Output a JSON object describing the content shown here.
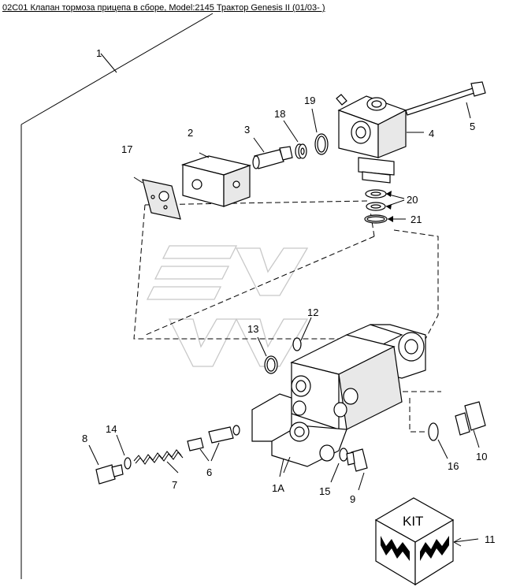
{
  "title": "02C01 Клапан тормоза прицепа в сборе, Model:2145 Трактор Genesis II (01/03- )",
  "kit_label": "KIT",
  "callouts": {
    "c1": "1",
    "c1a": "1A",
    "c2": "2",
    "c3": "3",
    "c4": "4",
    "c5": "5",
    "c6": "6",
    "c7": "7",
    "c8": "8",
    "c9": "9",
    "c10": "10",
    "c11": "11",
    "c12": "12",
    "c13": "13",
    "c14": "14",
    "c15": "15",
    "c16": "16",
    "c17": "17",
    "c18": "18",
    "c19": "19",
    "c20": "20",
    "c21": "21"
  }
}
